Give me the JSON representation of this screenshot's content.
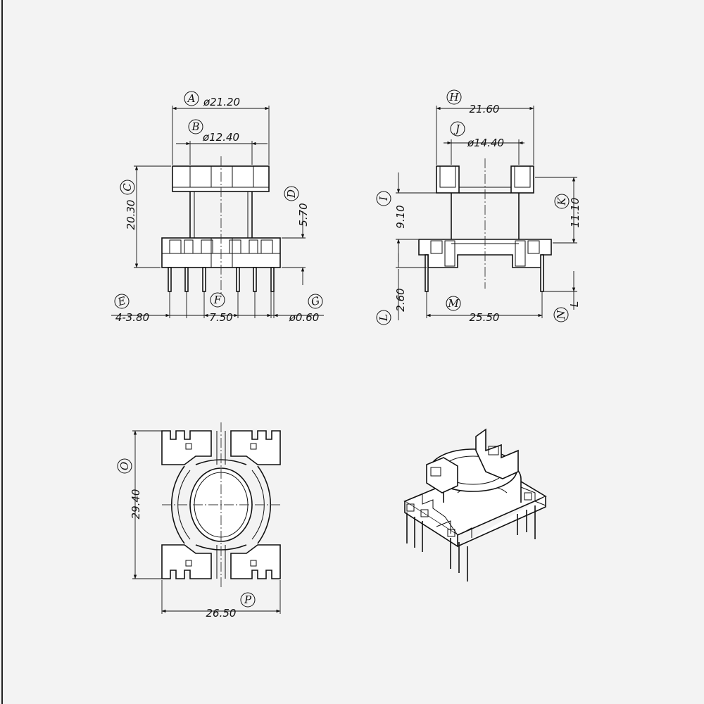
{
  "colors": {
    "background": "#f3f3f3",
    "ink": "#111111"
  },
  "front_view": {
    "labels": {
      "A": "A",
      "B": "B",
      "C": "C",
      "D": "D",
      "E": "E",
      "F": "F",
      "G": "G"
    },
    "dims": {
      "A": "ø21.20",
      "B": "ø12.40",
      "C": "20.30",
      "D": "5.70",
      "E": "4-3.80",
      "F": "7.50",
      "G": "ø0.60"
    }
  },
  "side_view": {
    "labels": {
      "H": "H",
      "I": "I",
      "J": "J",
      "K": "K",
      "L": "L",
      "M": "M",
      "N": "N"
    },
    "dims": {
      "H": "21.60",
      "J": "ø14.40",
      "I": "9.10",
      "K": "11.10",
      "L": "2.60",
      "M": "25.50",
      "N": "L"
    }
  },
  "top_view": {
    "labels": {
      "O": "O",
      "P": "P"
    },
    "dims": {
      "O": "29.40",
      "P": "26.50"
    }
  }
}
